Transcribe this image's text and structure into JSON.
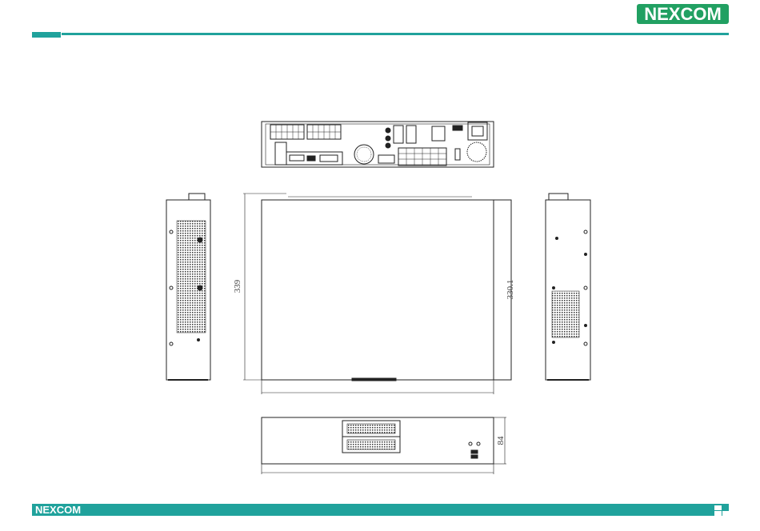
{
  "brand": {
    "name_top": "NEXCOM",
    "name_bottom": "NEXCOM",
    "accent_color": "#20a29c",
    "logo_color": "#21a062"
  },
  "dimensions": {
    "depth": "339",
    "inner_depth": "330.1",
    "height": "84"
  },
  "views": [
    "rear-view",
    "top-view",
    "left-side-view",
    "right-side-view",
    "front-view"
  ]
}
